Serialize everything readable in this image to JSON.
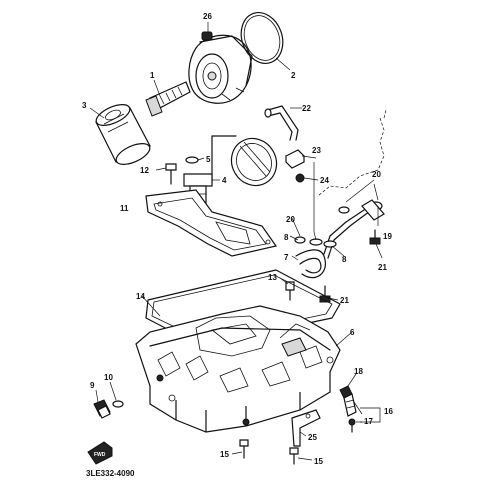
{
  "diagram": {
    "code": "3LE332-4090",
    "fwd_label": "FWD",
    "callouts": [
      {
        "id": "c26",
        "label": "26"
      },
      {
        "id": "c2",
        "label": "2"
      },
      {
        "id": "c1",
        "label": "1"
      },
      {
        "id": "c3",
        "label": "3"
      },
      {
        "id": "c22",
        "label": "22"
      },
      {
        "id": "c5",
        "label": "5"
      },
      {
        "id": "c12",
        "label": "12"
      },
      {
        "id": "c4",
        "label": "4"
      },
      {
        "id": "c23",
        "label": "23"
      },
      {
        "id": "c24",
        "label": "24"
      },
      {
        "id": "c20a",
        "label": "20"
      },
      {
        "id": "c11",
        "label": "11"
      },
      {
        "id": "c20b",
        "label": "20"
      },
      {
        "id": "c19",
        "label": "19"
      },
      {
        "id": "c8a",
        "label": "8"
      },
      {
        "id": "c7",
        "label": "7"
      },
      {
        "id": "c8b",
        "label": "8"
      },
      {
        "id": "c21a",
        "label": "21"
      },
      {
        "id": "c13",
        "label": "13"
      },
      {
        "id": "c14",
        "label": "14"
      },
      {
        "id": "c21b",
        "label": "21"
      },
      {
        "id": "c6",
        "label": "6"
      },
      {
        "id": "c9",
        "label": "9"
      },
      {
        "id": "c10",
        "label": "10"
      },
      {
        "id": "c18",
        "label": "18"
      },
      {
        "id": "c16",
        "label": "16"
      },
      {
        "id": "c17",
        "label": "17"
      },
      {
        "id": "c25",
        "label": "25"
      },
      {
        "id": "c15a",
        "label": "15"
      },
      {
        "id": "c15b",
        "label": "15"
      }
    ]
  }
}
